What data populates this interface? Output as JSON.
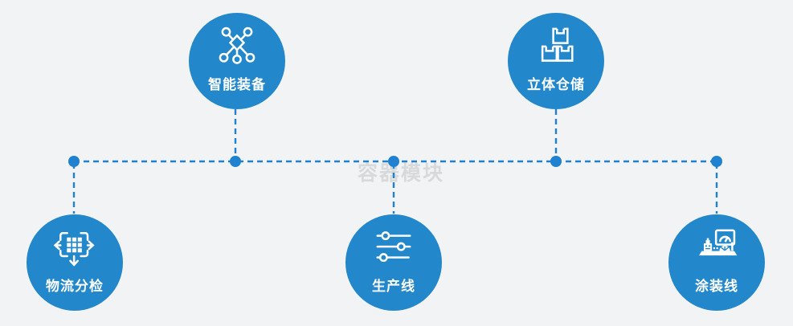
{
  "diagram": {
    "watermark": "容器模块",
    "nodes": [
      {
        "id": "smart-equipment",
        "label": "智能装备",
        "icon": "network-nodes-icon",
        "position": "top-left"
      },
      {
        "id": "stereo-warehouse",
        "label": "立体仓储",
        "icon": "stacked-boxes-icon",
        "position": "top-right"
      },
      {
        "id": "logistics-sorting",
        "label": "物流分检",
        "icon": "move-sort-grid-icon",
        "position": "bottom-left"
      },
      {
        "id": "production-line",
        "label": "生产线",
        "icon": "sliders-icon",
        "position": "bottom-center"
      },
      {
        "id": "coating-line",
        "label": "涂装线",
        "icon": "machine-monitor-icon",
        "position": "bottom-right"
      }
    ],
    "colors": {
      "node_fill": "#2287cb",
      "connector": "#1f81d0",
      "background": "#f2f3f4",
      "watermark_text": "#c4c5c7"
    }
  }
}
